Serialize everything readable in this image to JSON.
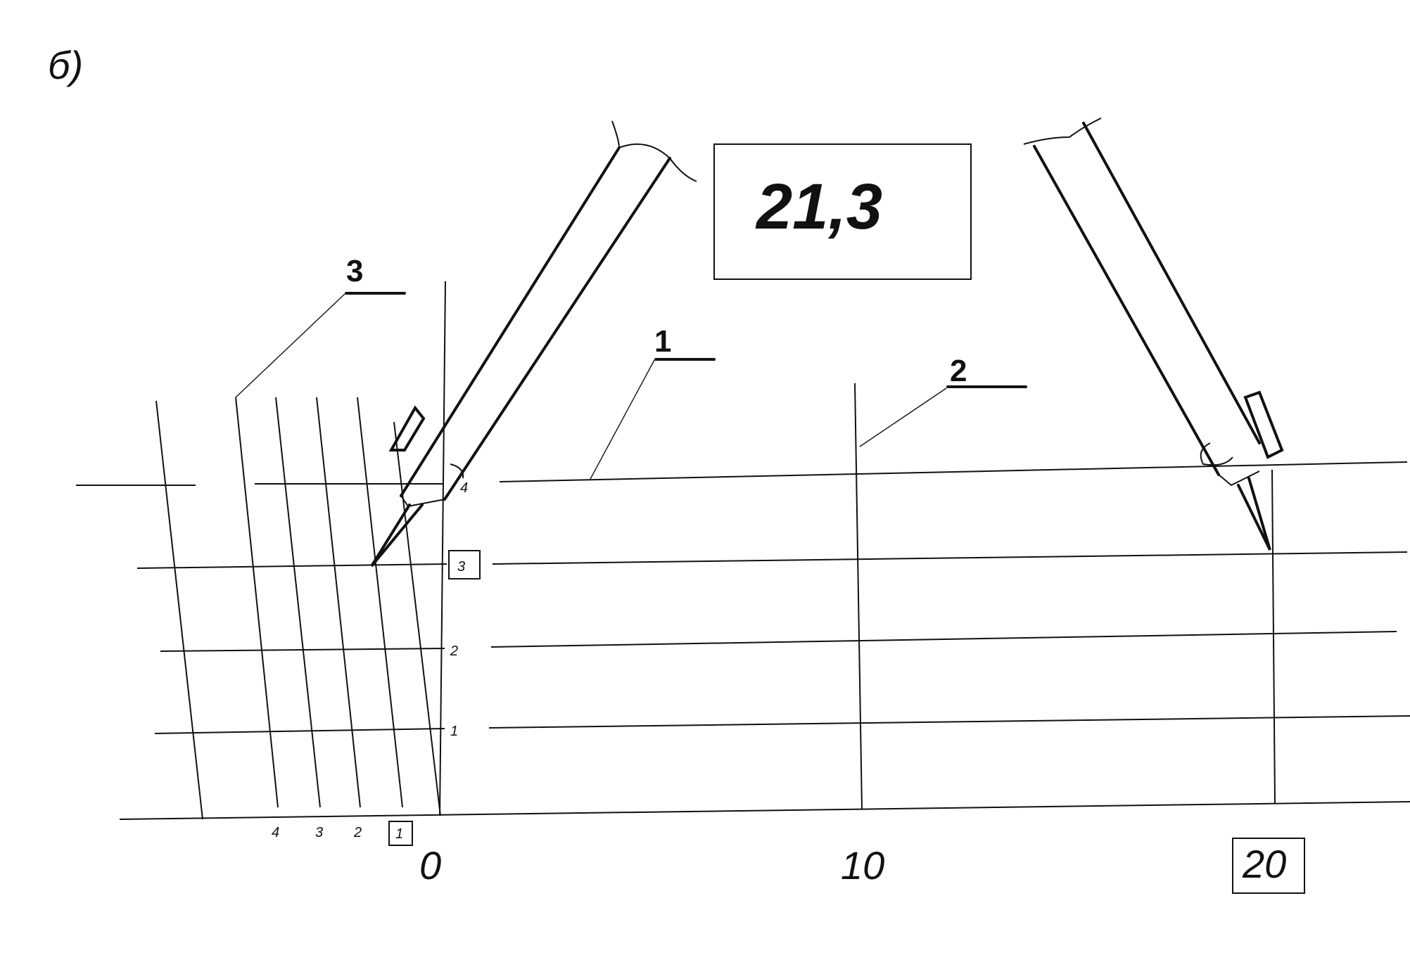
{
  "figure_label": "б)",
  "reading_value": "21,3",
  "callouts": {
    "c1": "1",
    "c2": "2",
    "c3": "3"
  },
  "main_scale": {
    "zero": "0",
    "ten": "10",
    "twenty": "20"
  },
  "vernier_scale": {
    "v1": "1",
    "v2": "2",
    "v3": "3",
    "v4": "4"
  },
  "side_scale": {
    "s1": "1",
    "s2": "2",
    "s3": "3",
    "s4": "4"
  },
  "highlighted": {
    "main_mark": "20",
    "vernier_mark": "1",
    "side_mark": "3"
  }
}
